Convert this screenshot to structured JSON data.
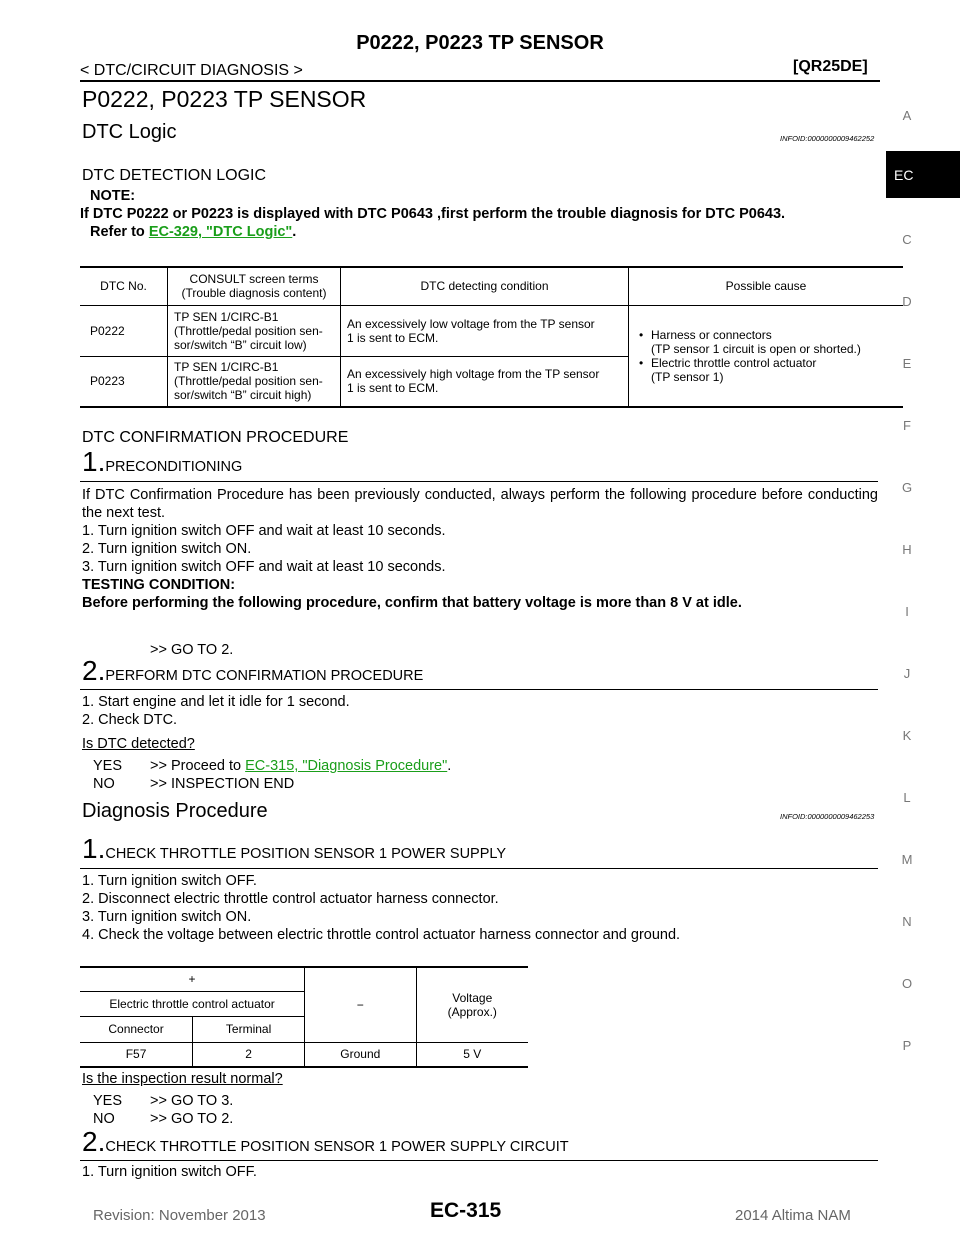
{
  "header": {
    "title": "P0222, P0223 TP SENSOR",
    "section": "< DTC/CIRCUIT DIAGNOSIS >",
    "engine": "[QR25DE]"
  },
  "page_title": "P0222, P0223 TP SENSOR",
  "dtc_logic": {
    "heading": "DTC Logic",
    "infoid": "INFOID:0000000009462252",
    "detection_heading": "DTC DETECTION LOGIC",
    "note_label": "NOTE:",
    "note_text": "If DTC P0222 or P0223 is displayed with DTC P0643 ,first perform the trouble diagnosis for DTC P0643.",
    "refer_prefix": "Refer to ",
    "refer_link": "EC-329, \"DTC Logic\"",
    "refer_suffix": ".",
    "table": {
      "headers": [
        "DTC No.",
        "CONSULT screen terms\n(Trouble diagnosis content)",
        "DTC detecting condition",
        "Possible cause"
      ],
      "rows": [
        {
          "dtc": "P0222",
          "terms": "TP SEN 1/CIRC-B1\n(Throttle/pedal position sen-\nsor/switch “B” circuit low)",
          "condition": "An excessively low voltage from the TP sensor\n1 is sent to ECM."
        },
        {
          "dtc": "P0223",
          "terms": "TP SEN 1/CIRC-B1\n(Throttle/pedal position sen-\nsor/switch “B” circuit high)",
          "condition": "An excessively high voltage from the TP sensor\n1 is sent to ECM."
        }
      ],
      "possible_causes": [
        "Harness or connectors\n(TP sensor 1 circuit is open or shorted.)",
        "Electric throttle control actuator\n(TP sensor 1)"
      ]
    }
  },
  "confirmation": {
    "heading": "DTC CONFIRMATION PROCEDURE",
    "step1": {
      "num": "1.",
      "title": "PRECONDITIONING",
      "intro": "If DTC Confirmation Procedure has been previously conducted, always perform the following procedure before conducting the next test.",
      "items": [
        "1. Turn ignition switch OFF and wait at least 10 seconds.",
        "2. Turn ignition switch ON.",
        "3. Turn ignition switch OFF and wait at least 10 seconds."
      ],
      "testing_label": "TESTING CONDITION:",
      "testing_text": "Before performing the following procedure, confirm that battery voltage is more than 8 V at idle.",
      "goto": ">> GO TO 2."
    },
    "step2": {
      "num": "2.",
      "title": "PERFORM DTC CONFIRMATION PROCEDURE",
      "items": [
        "1. Start engine and let it idle for 1 second.",
        "2. Check DTC."
      ],
      "question": "Is DTC detected?",
      "yes_label": "YES",
      "yes_text": ">> Proceed to ",
      "yes_link": "EC-315, \"Diagnosis Procedure\"",
      "yes_suffix": ".",
      "no_label": "NO",
      "no_text": ">> INSPECTION END"
    }
  },
  "diagnosis": {
    "heading": "Diagnosis Procedure",
    "infoid": "INFOID:0000000009462253",
    "step1": {
      "num": "1.",
      "title": "CHECK THROTTLE POSITION SENSOR 1 POWER SUPPLY",
      "items": [
        "1. Turn ignition switch OFF.",
        "2. Disconnect electric throttle control actuator harness connector.",
        "3. Turn ignition switch ON.",
        "4. Check the voltage between electric throttle control actuator harness connector and ground."
      ],
      "table": {
        "plus": "+",
        "minus": "−",
        "voltage_header": "Voltage\n(Approx.)",
        "component": "Electric throttle control actuator",
        "connector_header": "Connector",
        "terminal_header": "Terminal",
        "row": {
          "connector": "F57",
          "terminal": "2",
          "minus": "Ground",
          "voltage": "5 V"
        }
      },
      "question": "Is the inspection result normal?",
      "yes_label": "YES",
      "yes_text": ">> GO TO 3.",
      "no_label": "NO",
      "no_text": ">> GO TO 2."
    },
    "step2": {
      "num": "2.",
      "title": "CHECK THROTTLE POSITION SENSOR 1 POWER SUPPLY CIRCUIT",
      "items": [
        "1. Turn ignition switch OFF."
      ]
    }
  },
  "side_index": {
    "active": "EC",
    "letters": [
      "A",
      "C",
      "D",
      "E",
      "F",
      "G",
      "H",
      "I",
      "J",
      "K",
      "L",
      "M",
      "N",
      "O",
      "P"
    ]
  },
  "footer": {
    "revision": "Revision: November 2013",
    "page": "EC-315",
    "model": "2014 Altima NAM"
  }
}
